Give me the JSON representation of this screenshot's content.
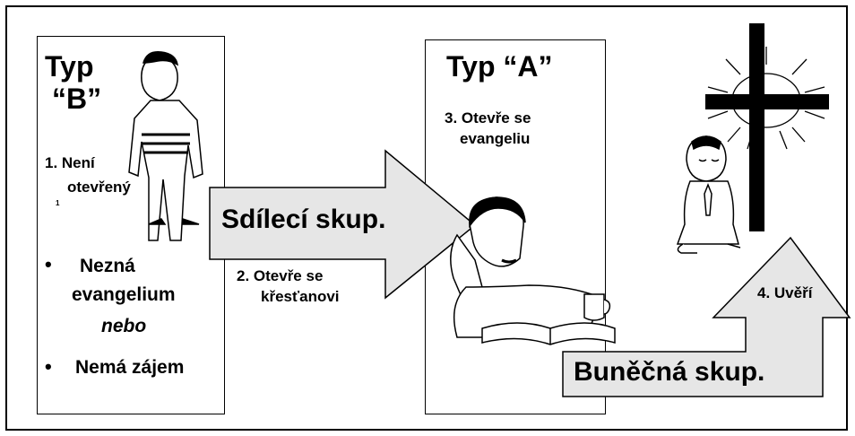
{
  "type_b": {
    "title_line1": "Typ",
    "title_line2": "“B”"
  },
  "step1": {
    "line1": "1. Není",
    "line2": "otevřený"
  },
  "stray_mark": "1",
  "bullets": {
    "symbol": "•",
    "item1_line1": "Nezná",
    "item1_line2": "evangelium",
    "connector": "nebo",
    "item2": "Nemá zájem"
  },
  "arrow_sharing": {
    "label": "Sdílecí skup."
  },
  "step2": {
    "line1": "2. Otevře se",
    "line2": "křesťanovi"
  },
  "type_a": {
    "title": "Typ “A”"
  },
  "step3": {
    "line1": "3. Otevře se",
    "line2": "evangeliu"
  },
  "step4": {
    "label": "4. Uvěří"
  },
  "arrow_cell": {
    "label": "Buněčná skup."
  },
  "icons": [
    "standing-man-icon",
    "reading-man-icon",
    "praying-man-icon",
    "cross-icon",
    "sun-rays-icon"
  ],
  "colors": {
    "arrow_fill": "#e6e6e6",
    "line": "#000000"
  }
}
